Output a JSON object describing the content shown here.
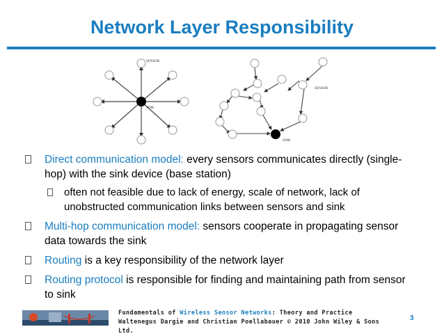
{
  "slide": {
    "title": "Network Layer Responsibility",
    "page_number": "3"
  },
  "diagram": {
    "star_labels": [
      "SENSOR",
      "SINK"
    ],
    "multihop_labels": [
      "SENSOR",
      "SINK"
    ]
  },
  "bullets": [
    {
      "highlight": "Direct communication model:",
      "text": " every sensors communicates directly (single-hop) with the sink device (base station)"
    },
    {
      "highlight": "Multi-hop communication model:",
      "text": " sensors cooperate in propagating sensor data towards the sink"
    },
    {
      "highlight": "Routing",
      "text": " is a key responsibility of the network layer"
    },
    {
      "highlight": "Routing protocol",
      "text": " is responsible for finding and maintaining path from sensor to sink"
    }
  ],
  "sub_bullet": {
    "text": "often not feasible due to lack of energy, scale of network, lack of unobstructed communication links between sensors and sink"
  },
  "footer": {
    "prefix": "Fundamentals of ",
    "book": "Wireless Sensor Networks",
    "suffix": ": Theory and Practice  Waltenegus Dargie and Christian Poellabauer © 2010 John Wiley & Sons Ltd."
  },
  "colors": {
    "accent": "#1a7dbf"
  }
}
